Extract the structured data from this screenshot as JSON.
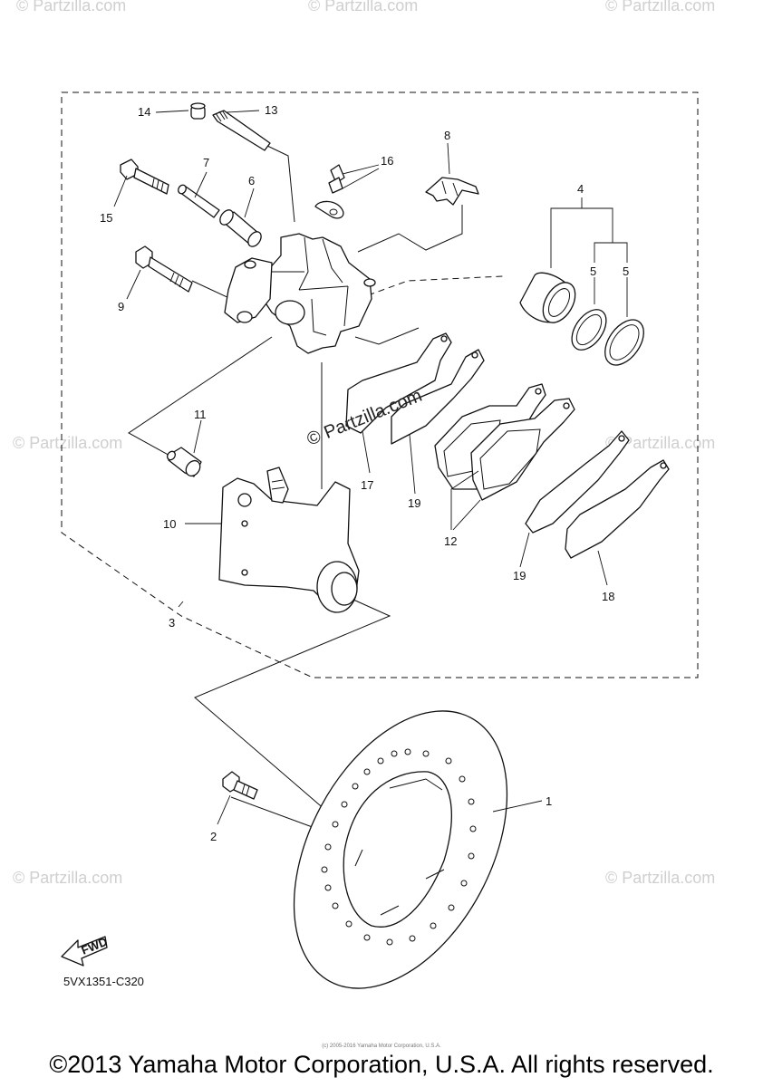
{
  "diagram_code": "5VX1351-C320",
  "copyright": "©2013 Yamaha Motor Corporation, U.S.A. All rights reserved.",
  "small_credit": "(c) 2005-2016 Yamaha Motor Corporation, U.S.A.",
  "watermark_center": "© Partzilla.com",
  "watermark_faint": "© Partzilla.com",
  "fwd_label": "FWD",
  "callouts": {
    "c1": "1",
    "c2": "2",
    "c3": "3",
    "c4": "4",
    "c5a": "5",
    "c5b": "5",
    "c6": "6",
    "c7": "7",
    "c8": "8",
    "c9": "9",
    "c10": "10",
    "c11": "11",
    "c12": "12",
    "c13": "13",
    "c14": "14",
    "c15": "15",
    "c16": "16",
    "c17": "17",
    "c18": "18",
    "c19a": "19",
    "c19b": "19"
  }
}
